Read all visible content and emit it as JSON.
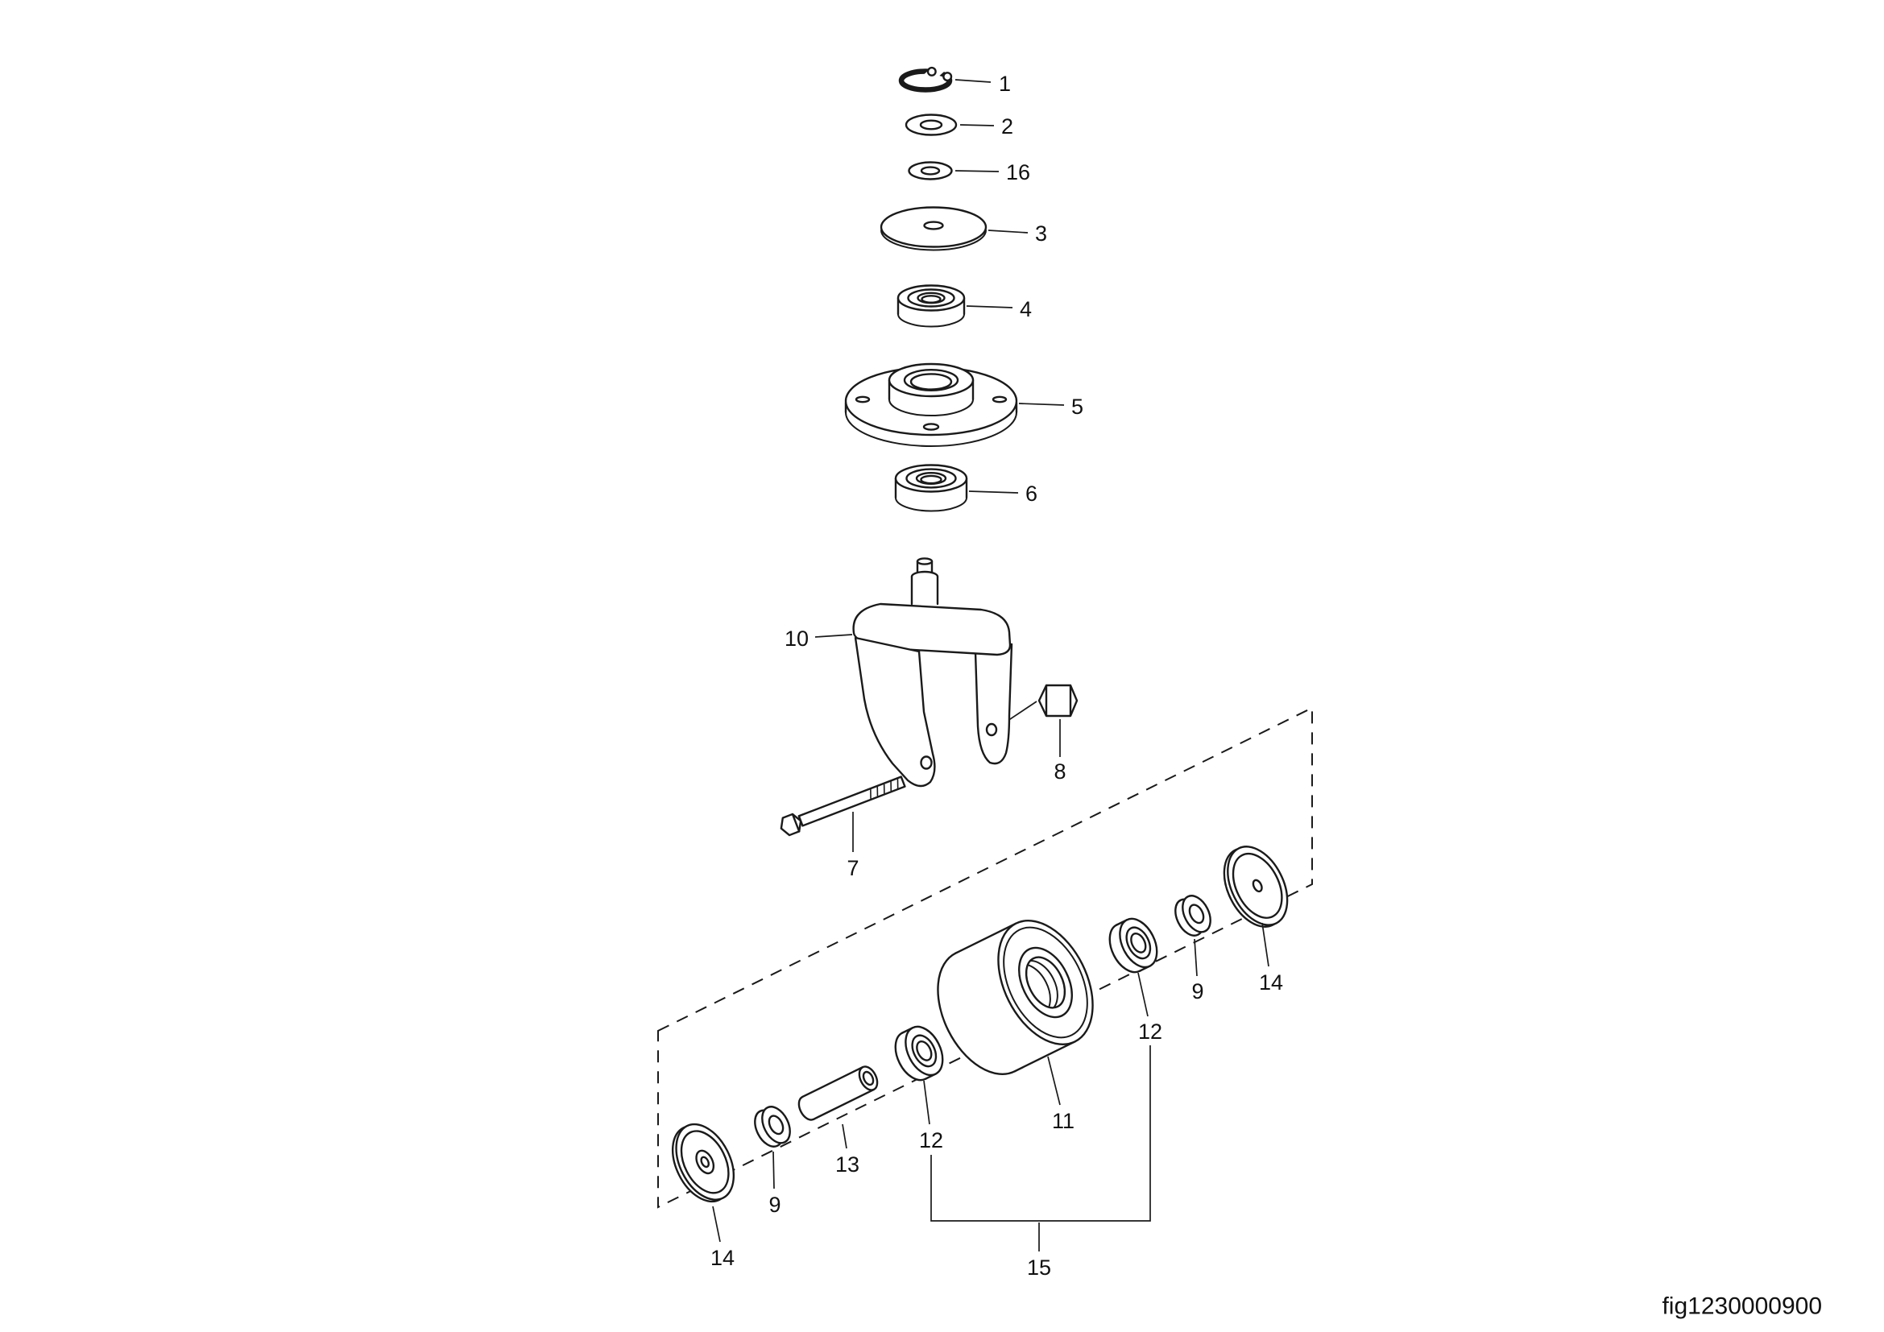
{
  "figure": {
    "code": "fig1230000900"
  },
  "colors": {
    "line": "#1a1a1a",
    "background": "#ffffff"
  },
  "callouts": {
    "retaining_ring": "1",
    "washer_small": "2",
    "washer_16": "16",
    "washer_large": "3",
    "bearing_top": "4",
    "flange_hub": "5",
    "bearing_bottom": "6",
    "bolt": "7",
    "nut": "8",
    "seal_left": "9",
    "seal_right": "9",
    "fork": "10",
    "wheel": "11",
    "bearing_left": "12",
    "bearing_right": "12",
    "spacer": "13",
    "disc_left": "14",
    "disc_right": "14",
    "group_15": "15"
  }
}
